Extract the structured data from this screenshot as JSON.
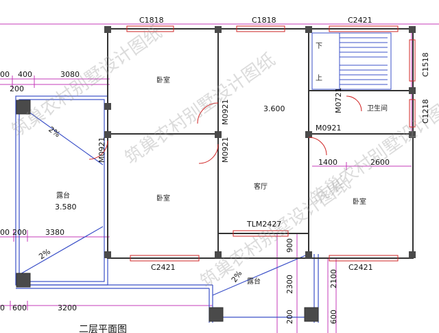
{
  "title": "二层平面图",
  "watermark": "筑巢农村别墅设计图纸",
  "rooms": {
    "bedroom_tl": "卧室",
    "bedroom_ml": "卧室",
    "bedroom_r": "卧室",
    "living": "客厅",
    "bathroom": "卫生间",
    "terrace_left": "露台",
    "terrace_bottom": "露台"
  },
  "windows": {
    "w_top1": "C1818",
    "w_top2": "C1818",
    "w_top3": "C2421",
    "w_right1": "C1518",
    "w_right2": "C1218",
    "w_bottom_left": "C2421",
    "w_bottom_right": "C2421",
    "sliding_door": "TLM2427"
  },
  "doors": {
    "d1": "M0921",
    "d2": "M0921",
    "d3": "M0921",
    "d4": "M0921",
    "d5": "M0721"
  },
  "dimensions": {
    "d_400": "400",
    "d_3080": "3080",
    "d_200": "200",
    "d_3600": "3.600",
    "d_3580": "3.580",
    "d_200b": "200",
    "d_3380": "3380",
    "d_1400": "1400",
    "d_2600": "2600",
    "d_900": "900",
    "d_2300": "2300",
    "d_200c": "200",
    "d_2100": "2100",
    "d_600": "600",
    "d_3200": "3200",
    "d_600b": "600",
    "d_left_00a": "00",
    "d_left_00b": "00",
    "d_left_0": "0"
  },
  "slopes": {
    "s1": "2%",
    "s2": "2%",
    "s3": "2%"
  },
  "stair": {
    "down": "下",
    "up": "上"
  }
}
